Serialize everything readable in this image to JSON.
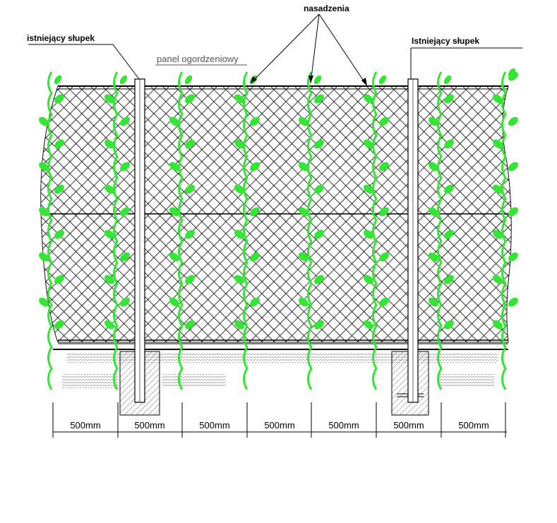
{
  "labels": {
    "post_left": "istniejący słupek",
    "post_right": "Istniejący słupek",
    "panel": "panel ogordzeniowy",
    "plantings": "nasadzenia"
  },
  "dimensions": [
    "500mm",
    "500mm",
    "500mm",
    "500mm",
    "500mm",
    "500mm",
    "500mm"
  ],
  "colors": {
    "line": "#000000",
    "plant": "#33e633",
    "plant_dark": "#22cc22",
    "panel_label": "#555555"
  }
}
